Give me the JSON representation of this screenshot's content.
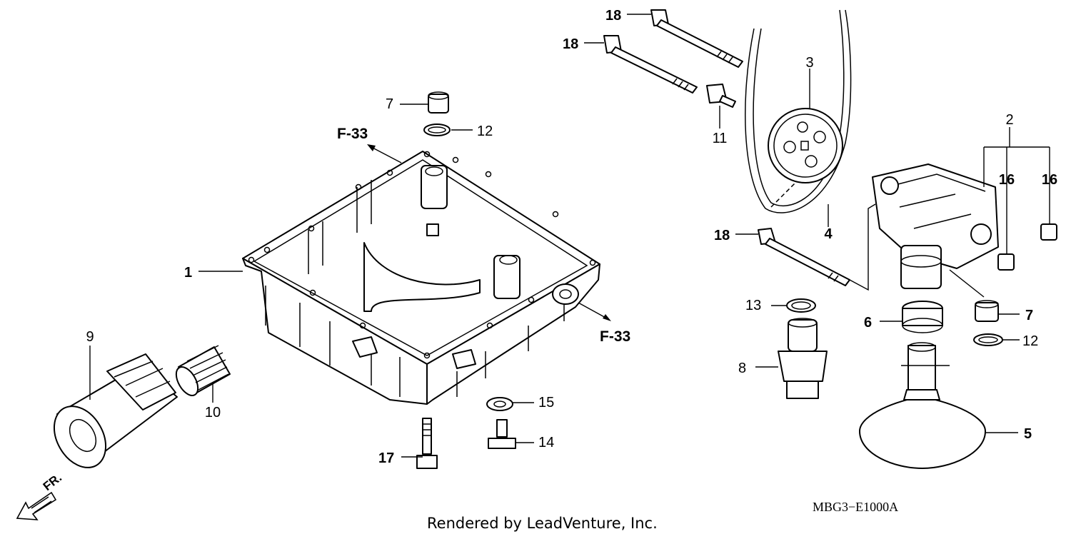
{
  "diagram": {
    "code": "MBG3−E1000A",
    "credit": "Rendered by LeadVenture, Inc.",
    "direction_label": "FR.",
    "refs": {
      "left": "F-33",
      "right": "F-33"
    },
    "callouts": {
      "c1": "1",
      "c2": "2",
      "c3": "3",
      "c4": "4",
      "c5": "5",
      "c6": "6",
      "c7a": "7",
      "c7b": "7",
      "c8": "8",
      "c9": "9",
      "c10": "10",
      "c11": "11",
      "c12a": "12",
      "c12b": "12",
      "c13": "13",
      "c14": "14",
      "c15": "15",
      "c16a": "16",
      "c16b": "16",
      "c17": "17",
      "c18a": "18",
      "c18b": "18",
      "c18c": "18"
    }
  }
}
